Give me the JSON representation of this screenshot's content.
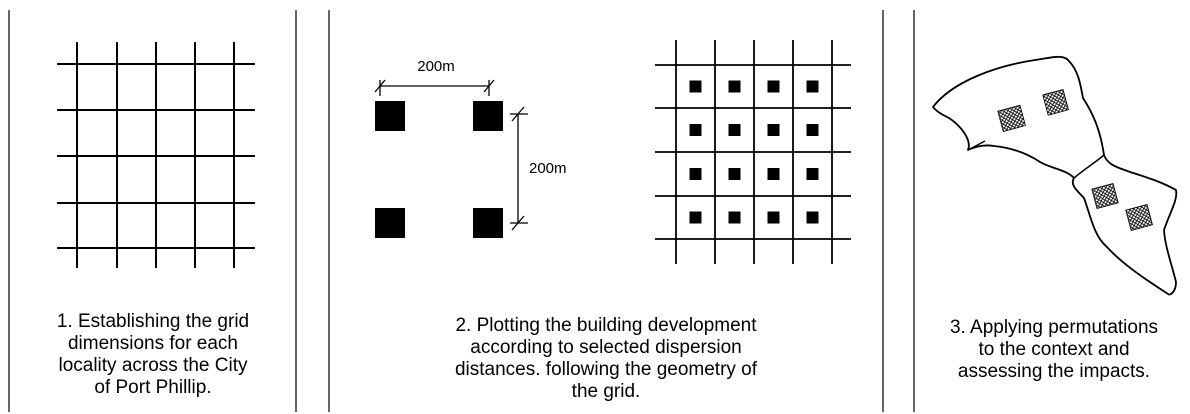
{
  "panels": [
    {
      "caption_lines": [
        "1. Establishing the grid",
        "dimensions for each",
        "locality across the City",
        "of Port Phillip."
      ]
    },
    {
      "dimension_horizontal": "200m",
      "dimension_vertical": "200m",
      "caption_lines": [
        "2. Plotting the building development",
        "according to selected dispersion",
        "distances. following the geometry of",
        "the grid."
      ]
    },
    {
      "caption_lines": [
        "3. Applying permutations",
        "to the context and",
        "assessing the impacts."
      ]
    }
  ],
  "colors": {
    "ink": "#000000",
    "background": "#ffffff"
  }
}
